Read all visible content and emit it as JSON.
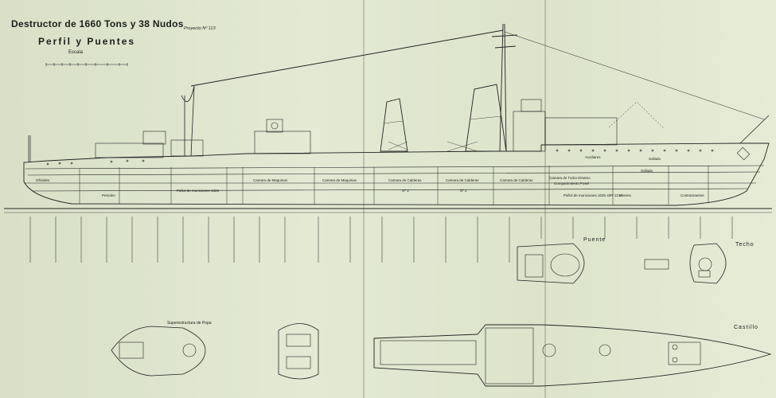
{
  "header": {
    "title": "Destructor de 1660 Tons y 38 Nudos",
    "project": "Proyecto Nº 113",
    "subtitle": "Perfil y Puentes",
    "scale_label": "Escala"
  },
  "views": {
    "puente": "Puente",
    "techo": "Techo",
    "castillo": "Castillo",
    "popa": "Superestructura de Popa"
  },
  "compartments": {
    "oficiales": "Oficiales",
    "camara_maquinas_1": "Camara de Maquinas",
    "camara_maquinas_2": "Camara de Maquinas",
    "calderas_3": "Camara de Calderas",
    "calderas_2": "Camara de Calderas",
    "calderas_1": "Camara de Calderas",
    "turbo": "Camara de Turbo Dinamo",
    "comp_fosel": "Compartimiento Fosel",
    "auxiliares": "Auxiliares",
    "sollado": "Sollado",
    "sollado_2": "Sollado",
    "petroleo": "Petroleo",
    "viveres": "Viveres",
    "contramaestre": "Contramaestre",
    "pañol_municiones_popa": "Pañol de municiones 1026",
    "pañol_municiones_proa": "Pañol de municiones 1026 40R 1218",
    "no3": "Nº 3",
    "no2": "Nº 2"
  }
}
